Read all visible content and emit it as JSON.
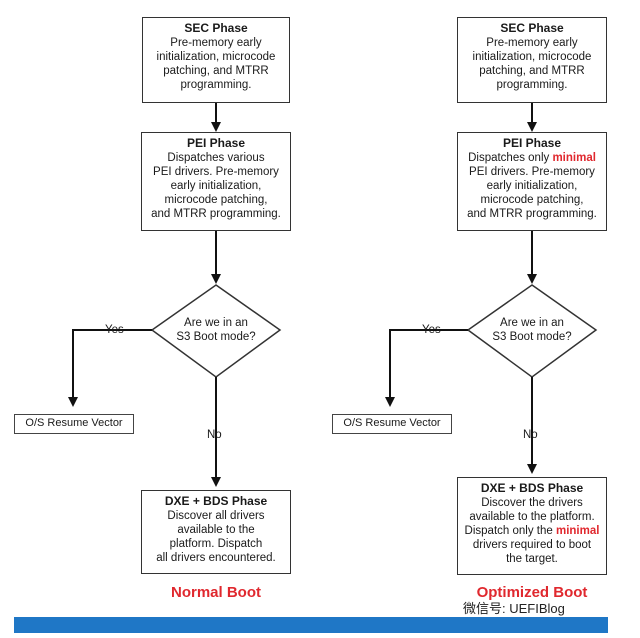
{
  "left": {
    "sec": {
      "title": "SEC Phase",
      "lines": [
        "Pre-memory early",
        "initialization, microcode",
        "patching, and MTRR",
        "programming."
      ]
    },
    "pei": {
      "title": "PEI Phase",
      "lines": [
        "Dispatches various",
        "PEI drivers. Pre-memory",
        "early initialization,",
        "microcode patching,",
        "and MTRR programming."
      ]
    },
    "decision": {
      "lines": [
        "Are we in an",
        "S3 Boot mode?"
      ]
    },
    "yes_label": "Yes",
    "no_label": "No",
    "resume": "O/S Resume Vector",
    "dxe": {
      "title": "DXE + BDS Phase",
      "lines": [
        "Discover all drivers",
        "available to the",
        "platform. Dispatch",
        "all drivers encountered."
      ]
    },
    "caption": "Normal Boot"
  },
  "right": {
    "sec": {
      "title": "SEC Phase",
      "lines": [
        "Pre-memory early",
        "initialization, microcode",
        "patching, and MTRR",
        "programming."
      ]
    },
    "pei": {
      "title": "PEI Phase",
      "line1_pre": "Dispatches only ",
      "line1_hl": "minimal",
      "lines": [
        "PEI drivers. Pre-memory",
        "early initialization,",
        "microcode patching,",
        "and MTRR programming."
      ]
    },
    "decision": {
      "lines": [
        "Are we in an",
        "S3 Boot mode?"
      ]
    },
    "yes_label": "Yes",
    "no_label": "No",
    "resume": "O/S Resume Vector",
    "dxe": {
      "title": "DXE + BDS Phase",
      "lines": [
        "Discover the drivers",
        "available to the platform."
      ],
      "line3_pre": "Dispatch only the ",
      "line3_hl": "minimal",
      "lines2": [
        "drivers required to boot",
        "the target."
      ]
    },
    "caption": "Optimized Boot"
  },
  "watermark": "微信号: UEFIBlog",
  "colors": {
    "highlight": "#e0282e",
    "footer": "#1f77c6"
  }
}
